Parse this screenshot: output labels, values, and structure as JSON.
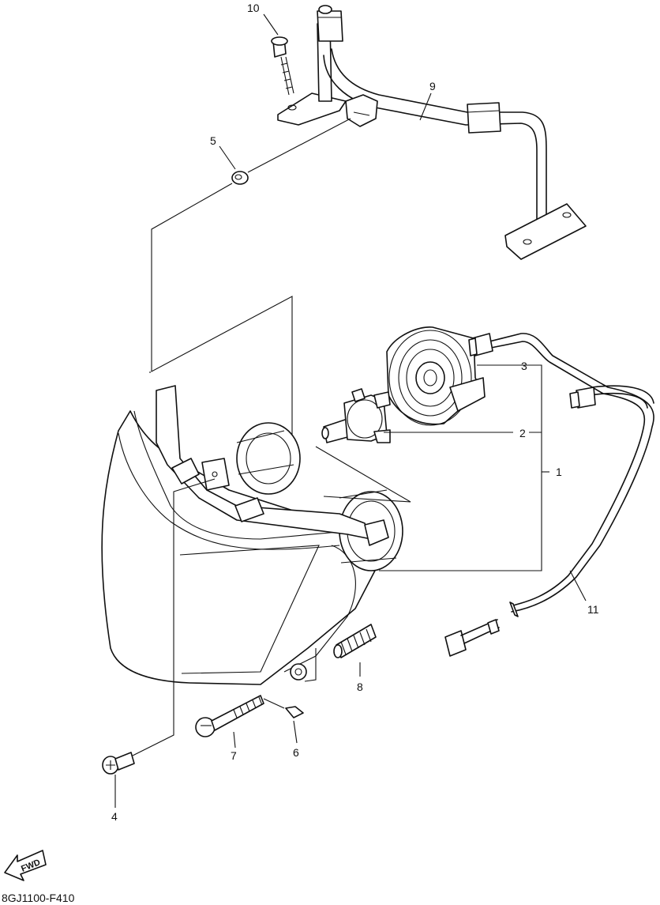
{
  "diagram_code": "8GJ1100-F410",
  "fwd_label": "FWD",
  "callouts": [
    {
      "id": "c1",
      "text": "1"
    },
    {
      "id": "c2",
      "text": "2"
    },
    {
      "id": "c3",
      "text": "3"
    },
    {
      "id": "c4",
      "text": "4"
    },
    {
      "id": "c5",
      "text": "5"
    },
    {
      "id": "c6",
      "text": "6"
    },
    {
      "id": "c7",
      "text": "7"
    },
    {
      "id": "c8",
      "text": "8"
    },
    {
      "id": "c9",
      "text": "9"
    },
    {
      "id": "c10",
      "text": "10"
    },
    {
      "id": "c11",
      "text": "11"
    }
  ]
}
